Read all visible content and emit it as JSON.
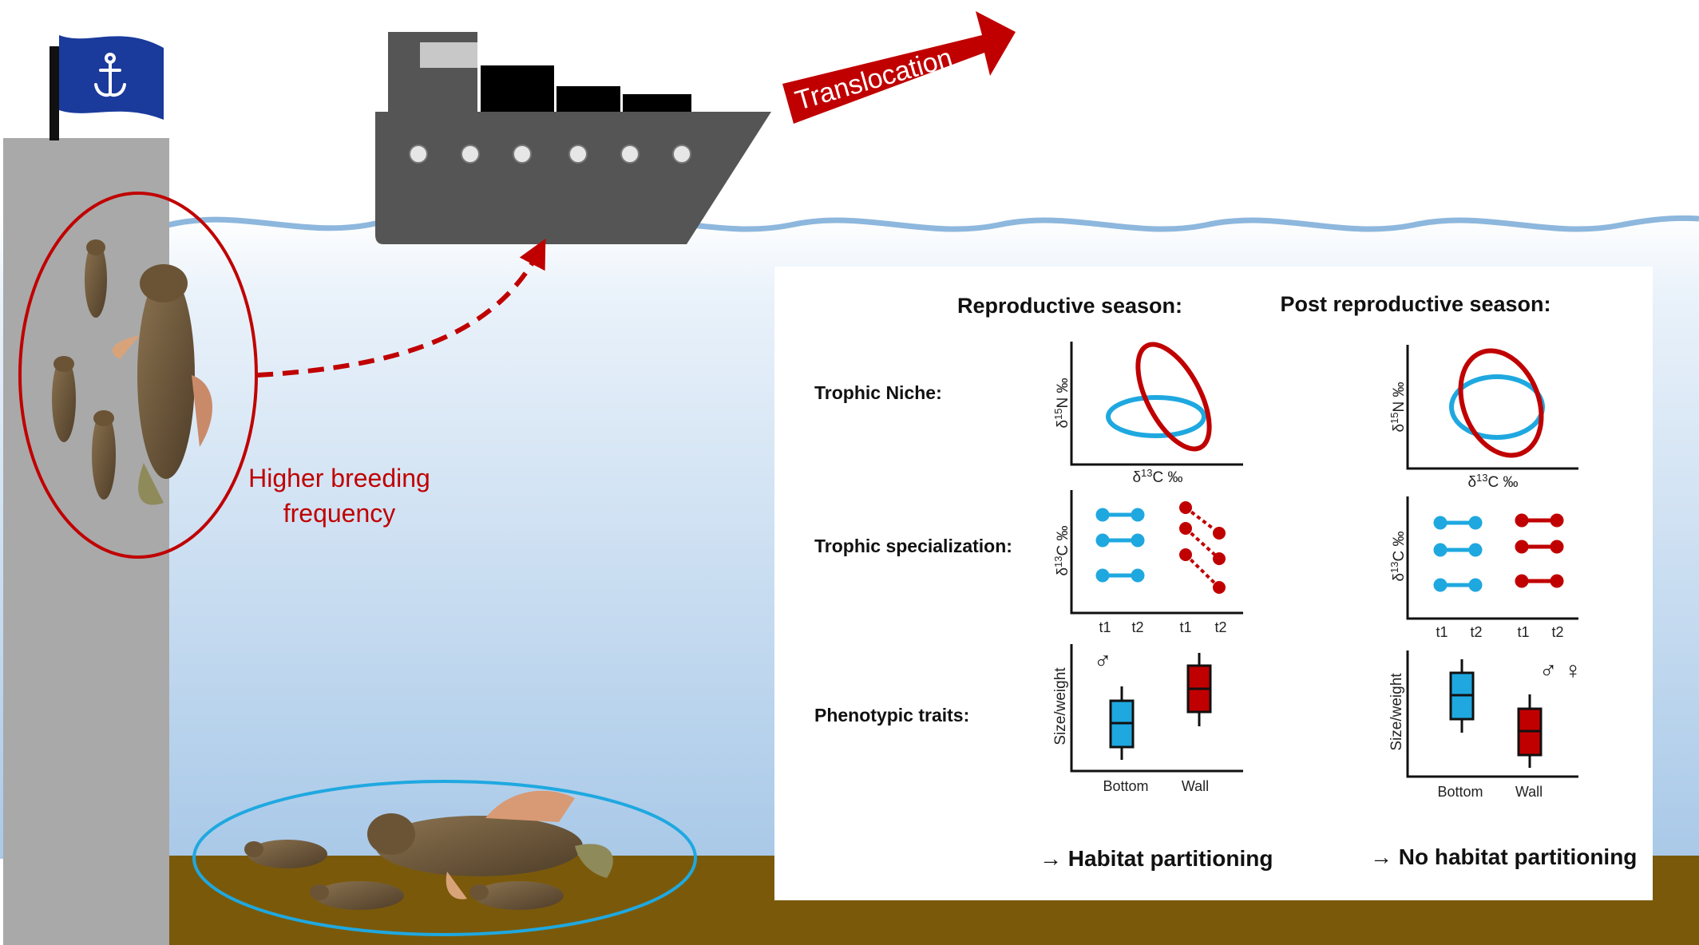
{
  "translocation_label": "Translocation",
  "breeding_label": [
    "Higher breeding",
    "frequency"
  ],
  "seasons": {
    "reproductive": "Reproductive season:",
    "post_reproductive": "Post reproductive season:"
  },
  "row_labels": {
    "trophic_niche": "Trophic Niche:",
    "trophic_specialization": "Trophic specialization:",
    "phenotypic_traits": "Phenotypic traits:"
  },
  "axis_labels": {
    "nitrogen": "δ15N ‰",
    "carbon": "δ13C ‰",
    "size_weight": "Size/weight"
  },
  "time_ticks": [
    "t1",
    "t2",
    "t1",
    "t2"
  ],
  "habitat_ticks": [
    "Bottom",
    "Wall"
  ],
  "sex_symbols": {
    "male": "♂",
    "male_female": "♂ ♀"
  },
  "conclusions": {
    "reproductive": "→ Habitat partitioning",
    "post_reproductive": "→ No habitat partitioning"
  },
  "colors": {
    "bottom_habitat": "#1fa8e0",
    "wall_habitat": "#c00000",
    "ship": "#555555",
    "water_line": "#8db7dd",
    "sediment": "#7a5a0a",
    "pier": "#a9a9a9",
    "flag": "#1a3a9c",
    "arrow": "#c00000"
  },
  "icons": [
    "anchor-icon",
    "ship-icon",
    "fish-icon"
  ]
}
